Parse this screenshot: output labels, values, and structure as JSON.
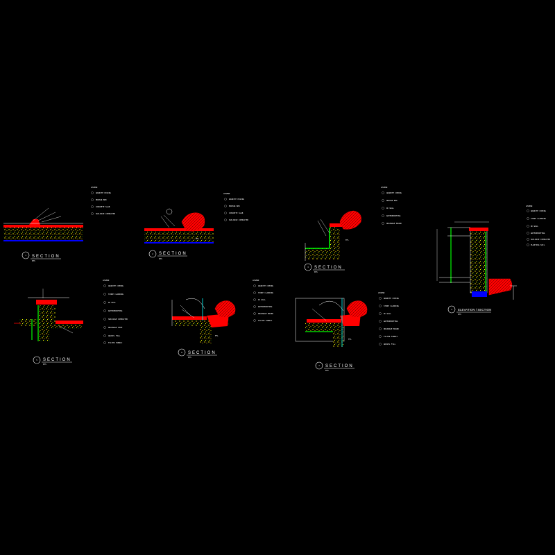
{
  "drawing": {
    "background": "#000000",
    "colors": {
      "line": "#ffffff",
      "soil": "#ff0000",
      "concrete_fill": "#ffff00",
      "waterproofing": "#00ff00",
      "base": "#0000ff",
      "accent": "#00ffff"
    },
    "details": [
      {
        "title": "SECTION",
        "marker": "1",
        "scale": "NTS",
        "legend_heading": "LEGEND",
        "legend": [
          "GRANITE PAVING",
          "MORTAR BED",
          "CONCRETE SLAB",
          "SUB-BASE COMPACTED"
        ]
      },
      {
        "title": "SECTION",
        "marker": "2",
        "scale": "NTS",
        "legend_heading": "LEGEND",
        "legend": [
          "GRANITE PAVING",
          "MORTAR BED",
          "CONCRETE SLAB",
          "SUB-BASE COMPACTED"
        ]
      },
      {
        "title": "SECTION",
        "marker": "3",
        "scale": "NTS",
        "legend_heading": "LEGEND",
        "legend": [
          "GRANITE COPING",
          "MORTAR BED",
          "RC WALL",
          "WATERPROOFING",
          "DRAINAGE BOARD"
        ]
      },
      {
        "title": "ELEVATION / SECTION",
        "marker": "4",
        "scale": "NTS",
        "legend_heading": "LEGEND",
        "legend": [
          "GRANITE COPING",
          "STONE CLADDING",
          "RC WALL",
          "WATERPROOFING",
          "SUB-BASE COMPACTED",
          "PLANTING SOIL"
        ]
      },
      {
        "title": "SECTION",
        "marker": "5",
        "scale": "NTS",
        "legend_heading": "LEGEND",
        "legend": [
          "GRANITE COPING",
          "STONE CLADDING",
          "RC WALL",
          "WATERPROOFING",
          "SUB-BASE COMPACTED",
          "DRAINAGE PIPE",
          "GRAVEL FILL",
          "FILTER FABRIC"
        ]
      },
      {
        "title": "SECTION",
        "marker": "6",
        "scale": "NTS",
        "legend_heading": "LEGEND",
        "legend": [
          "GRANITE COPING",
          "STONE CLADDING",
          "RC WALL",
          "WATERPROOFING",
          "DRAINAGE BOARD",
          "FILTER FABRIC"
        ]
      },
      {
        "title": "SECTION",
        "marker": "7",
        "scale": "NTS",
        "legend_heading": "LEGEND",
        "legend": [
          "GRANITE COPING",
          "STONE CLADDING",
          "RC WALL",
          "WATERPROOFING",
          "DRAINAGE BOARD",
          "FILTER FABRIC",
          "GRAVEL FILL"
        ]
      }
    ]
  }
}
